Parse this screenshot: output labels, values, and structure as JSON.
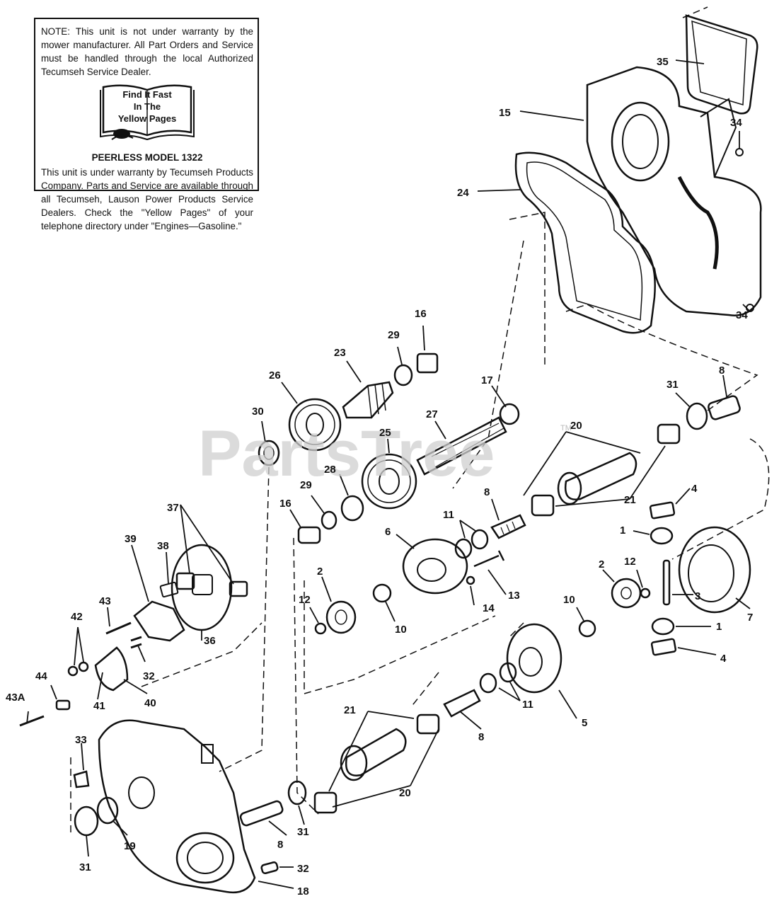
{
  "note": {
    "text1": "NOTE: This unit is not under warranty by the mower manufacturer. All Part Orders and Service must be handled through the local Authorized Tecumseh Service Dealer.",
    "book_line1": "Find It Fast",
    "book_line2": "In The",
    "book_line3": "Yellow Pages",
    "model": "PEERLESS MODEL 1322",
    "text2": "This unit is under warranty by Tecumseh Products Company. Parts and Service are available through all Tecumseh, Lauson Power Products Service Dealers. Check the \"Yellow Pages\" of your telephone directory under \"Engines—Gasoline.\""
  },
  "watermark": "PartsTree",
  "watermark_tm": "TM",
  "callouts": [
    {
      "id": "35",
      "label": "35"
    },
    {
      "id": "15",
      "label": "15"
    },
    {
      "id": "34a",
      "label": "34"
    },
    {
      "id": "24",
      "label": "24"
    },
    {
      "id": "34b",
      "label": "34"
    },
    {
      "id": "16a",
      "label": "16"
    },
    {
      "id": "29a",
      "label": "29"
    },
    {
      "id": "23",
      "label": "23"
    },
    {
      "id": "26",
      "label": "26"
    },
    {
      "id": "17",
      "label": "17"
    },
    {
      "id": "27",
      "label": "27"
    },
    {
      "id": "25",
      "label": "25"
    },
    {
      "id": "31a",
      "label": "31"
    },
    {
      "id": "8a",
      "label": "8"
    },
    {
      "id": "20a",
      "label": "20"
    },
    {
      "id": "30",
      "label": "30"
    },
    {
      "id": "28",
      "label": "28"
    },
    {
      "id": "29b",
      "label": "29"
    },
    {
      "id": "16b",
      "label": "16"
    },
    {
      "id": "8b",
      "label": "8"
    },
    {
      "id": "11a",
      "label": "11"
    },
    {
      "id": "21a",
      "label": "21"
    },
    {
      "id": "4a",
      "label": "4"
    },
    {
      "id": "1a",
      "label": "1"
    },
    {
      "id": "6",
      "label": "6"
    },
    {
      "id": "13",
      "label": "13"
    },
    {
      "id": "14",
      "label": "14"
    },
    {
      "id": "2a",
      "label": "2"
    },
    {
      "id": "12a",
      "label": "12"
    },
    {
      "id": "3",
      "label": "3"
    },
    {
      "id": "7",
      "label": "7"
    },
    {
      "id": "2b",
      "label": "2"
    },
    {
      "id": "12b",
      "label": "12"
    },
    {
      "id": "10a",
      "label": "10"
    },
    {
      "id": "10b",
      "label": "10"
    },
    {
      "id": "1b",
      "label": "1"
    },
    {
      "id": "4b",
      "label": "4"
    },
    {
      "id": "5",
      "label": "5"
    },
    {
      "id": "11b",
      "label": "11"
    },
    {
      "id": "37",
      "label": "37"
    },
    {
      "id": "39",
      "label": "39"
    },
    {
      "id": "38",
      "label": "38"
    },
    {
      "id": "43",
      "label": "43"
    },
    {
      "id": "42",
      "label": "42"
    },
    {
      "id": "36",
      "label": "36"
    },
    {
      "id": "32a",
      "label": "32"
    },
    {
      "id": "44",
      "label": "44"
    },
    {
      "id": "41",
      "label": "41"
    },
    {
      "id": "40",
      "label": "40"
    },
    {
      "id": "43A",
      "label": "43A"
    },
    {
      "id": "21b",
      "label": "21"
    },
    {
      "id": "8c",
      "label": "8"
    },
    {
      "id": "33",
      "label": "33"
    },
    {
      "id": "20b",
      "label": "20"
    },
    {
      "id": "31b",
      "label": "31"
    },
    {
      "id": "19",
      "label": "19"
    },
    {
      "id": "8d",
      "label": "8"
    },
    {
      "id": "31c",
      "label": "31"
    },
    {
      "id": "32b",
      "label": "32"
    },
    {
      "id": "18",
      "label": "18"
    }
  ]
}
